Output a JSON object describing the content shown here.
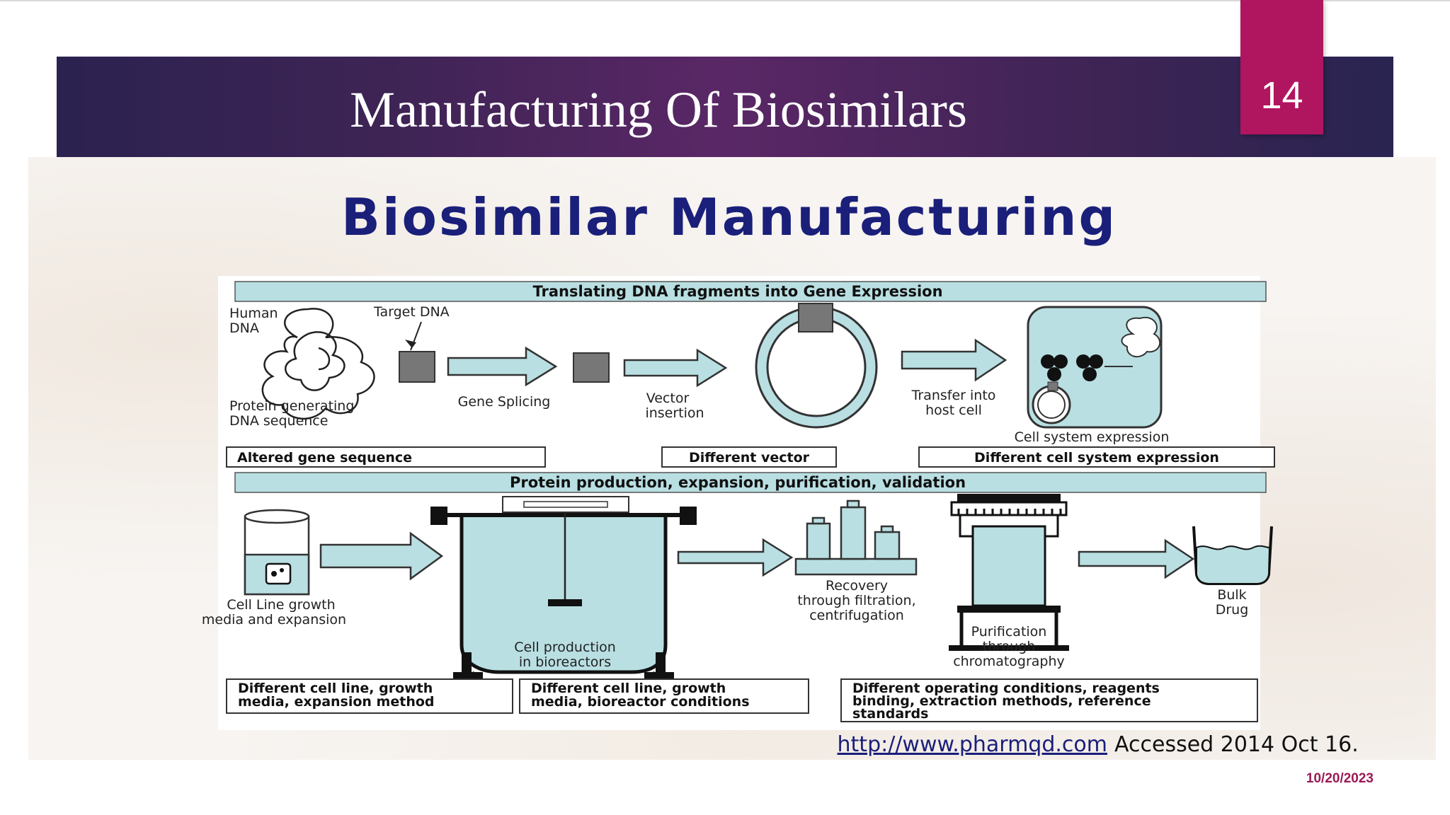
{
  "slide": {
    "title": "Manufacturing Of Biosimilars",
    "page_number": "14",
    "date": "10/20/2023"
  },
  "figure": {
    "title": "Biosimilar Manufacturing",
    "section_1": {
      "header": "Translating DNA fragments into Gene Expression",
      "labels": {
        "human_dna_1": "Human",
        "human_dna_2": "DNA",
        "target_dna": "Target DNA",
        "protein_seq_1": "Protein generating",
        "protein_seq_2": "DNA sequence",
        "gene_splicing": "Gene Splicing",
        "vector_1": "Vector",
        "vector_2": "insertion",
        "transfer_1": "Transfer into",
        "transfer_2": "host cell",
        "cell_system": "Cell system expression"
      },
      "boxes": {
        "altered": "Altered gene sequence",
        "vector": "Different vector",
        "cell_system": "Different cell system expression"
      }
    },
    "section_2": {
      "header": "Protein production, expansion, purification, validation",
      "labels": {
        "cell_line_1": "Cell Line growth",
        "cell_line_2": "media and expansion",
        "bioreactor_1": "Cell production",
        "bioreactor_2": "in bioreactors",
        "recovery_1": "Recovery",
        "recovery_2": "through filtration,",
        "recovery_3": "centrifugation",
        "purification_1": "Purification",
        "purification_2": "through",
        "purification_3": "chromatography",
        "bulk_1": "Bulk",
        "bulk_2": "Drug"
      },
      "boxes": {
        "box1_line1": "Different cell line, growth",
        "box1_line2": "media, expansion method",
        "box2_line1": "Different cell line, growth",
        "box2_line2": "media, bioreactor conditions",
        "box3_line1": "Different operating conditions, reagents",
        "box3_line2": "binding, extraction methods, reference",
        "box3_line3": "standards"
      }
    },
    "source": {
      "link": "http://www.pharmqd.com",
      "accessed": "Accessed 2014 Oct 16."
    }
  },
  "colors": {
    "header_band": "#3e2455",
    "badge": "#b0155f",
    "figure_title": "#1a1f7a",
    "diagram_fill": "#b9dfe2",
    "link": "#1a1f7a"
  }
}
